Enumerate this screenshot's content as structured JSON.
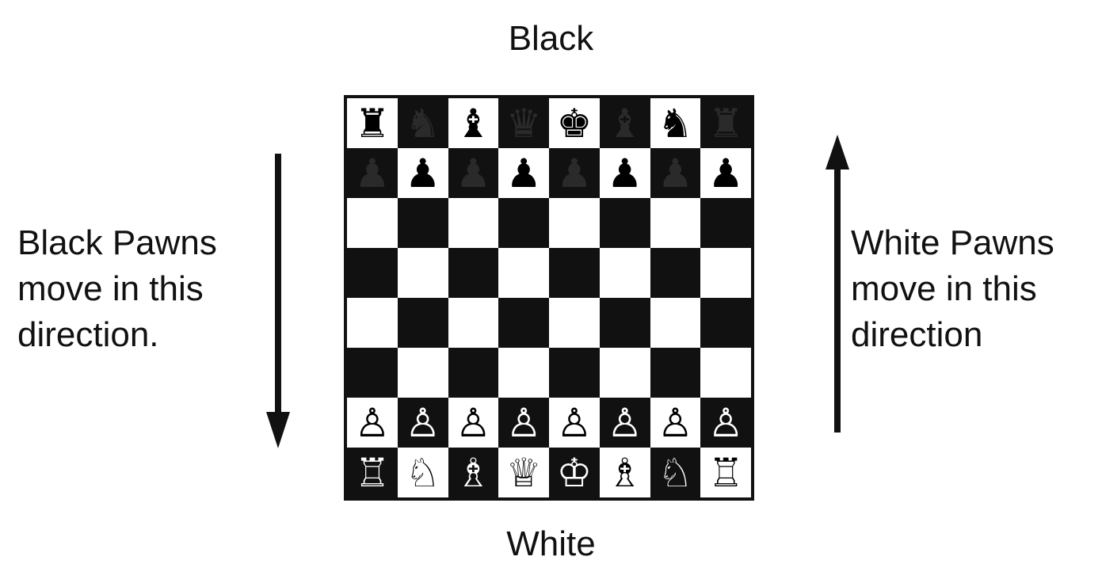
{
  "labels": {
    "top": "Black",
    "bottom": "White",
    "left": [
      "Black Pawns",
      "move in this",
      "direction."
    ],
    "right": [
      "White Pawns",
      "move in this",
      "direction"
    ]
  },
  "board": {
    "ranks": [
      [
        "black-rook",
        "black-knight",
        "black-bishop",
        "black-queen",
        "black-king",
        "black-bishop",
        "black-knight",
        "black-rook"
      ],
      [
        "black-pawn",
        "black-pawn",
        "black-pawn",
        "black-pawn",
        "black-pawn",
        "black-pawn",
        "black-pawn",
        "black-pawn"
      ],
      [
        "",
        "",
        "",
        "",
        "",
        "",
        "",
        ""
      ],
      [
        "",
        "",
        "",
        "",
        "",
        "",
        "",
        ""
      ],
      [
        "",
        "",
        "",
        "",
        "",
        "",
        "",
        ""
      ],
      [
        "",
        "",
        "",
        "",
        "",
        "",
        "",
        ""
      ],
      [
        "white-pawn",
        "white-pawn",
        "white-pawn",
        "white-pawn",
        "white-pawn",
        "white-pawn",
        "white-pawn",
        "white-pawn"
      ],
      [
        "white-rook",
        "white-knight",
        "white-bishop",
        "white-queen",
        "white-king",
        "white-bishop",
        "white-knight",
        "white-rook"
      ]
    ]
  },
  "colors": {
    "dark_square": "#111111",
    "light_square": "#ffffff",
    "ink": "#111111"
  }
}
